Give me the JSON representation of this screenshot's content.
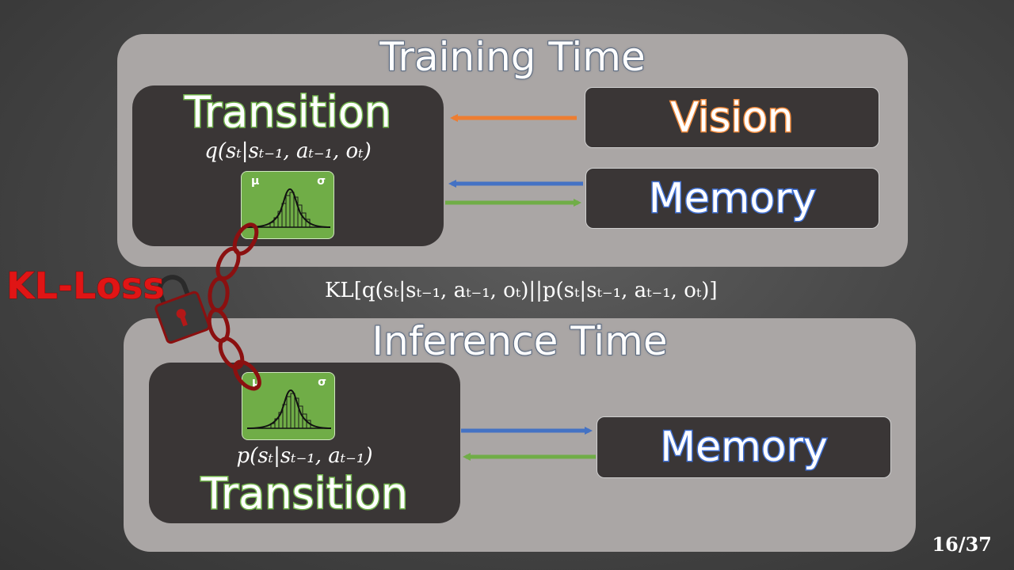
{
  "training": {
    "title": "Training Time",
    "transition_label": "Transition",
    "transition_formula": "q(sₜ|sₜ₋₁, aₜ₋₁, oₜ)",
    "vision_label": "Vision",
    "memory_label": "Memory"
  },
  "inference": {
    "title": "Inference Time",
    "transition_label": "Transition",
    "transition_formula": "p(sₜ|sₜ₋₁, aₜ₋₁)",
    "memory_label": "Memory"
  },
  "gaussian": {
    "mu": "μ",
    "sigma": "σ"
  },
  "kl_loss_label": "KL-Loss",
  "kl_formula": "KL[q(sₜ|sₜ₋₁, aₜ₋₁, oₜ)||p(sₜ|sₜ₋₁, aₜ₋₁, oₜ)]",
  "page_number": "16/37",
  "colors": {
    "vision_arrow": "#ed7d31",
    "memory_out_arrow": "#4472c4",
    "memory_in_arrow": "#70ad47",
    "kl_red": "#e01515"
  }
}
